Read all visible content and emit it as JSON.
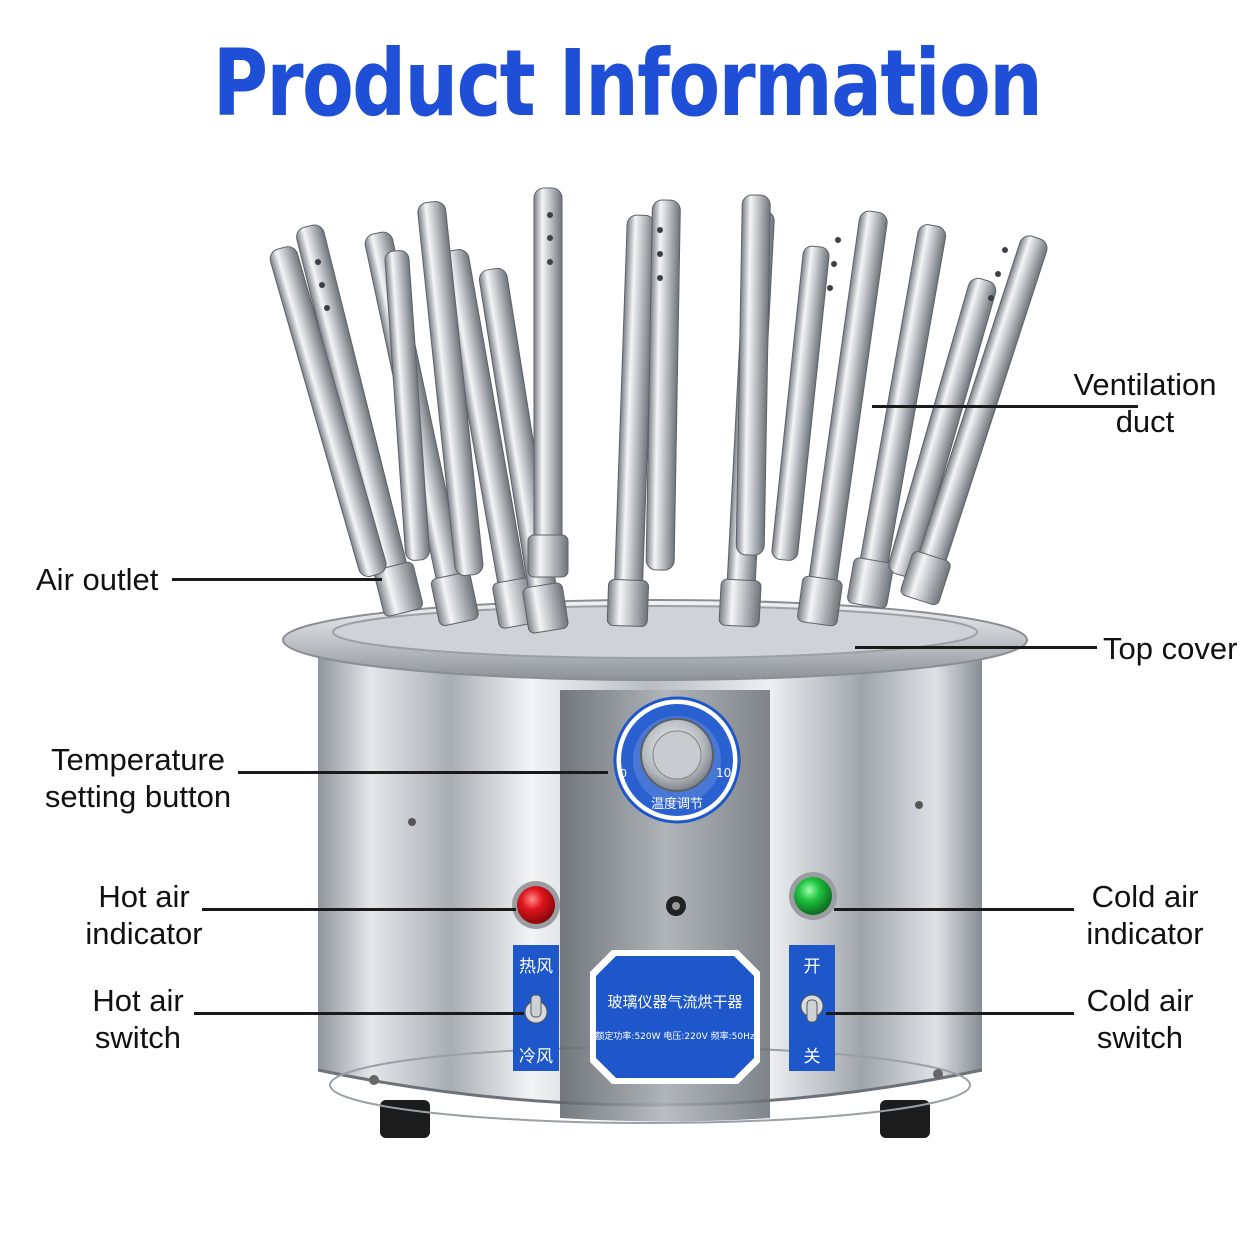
{
  "title": "Product Information",
  "colors": {
    "title": "#1f4fd6",
    "panel_blue": "#1e57c9",
    "steel": "#c4c8cc",
    "hot_lamp": "#d0141a",
    "cold_lamp": "#1bb33a"
  },
  "labels": {
    "ventilation_duct": [
      "Ventilation",
      "duct"
    ],
    "air_outlet": [
      "Air outlet"
    ],
    "top_cover": [
      "Top cover"
    ],
    "temperature_setting_button": [
      "Temperature",
      "setting button"
    ],
    "hot_air_indicator": [
      "Hot air",
      "indicator"
    ],
    "cold_air_indicator": [
      "Cold air",
      "indicator"
    ],
    "hot_air_switch": [
      "Hot air",
      "switch"
    ],
    "cold_air_switch": [
      "Cold air",
      "switch"
    ]
  },
  "panel": {
    "dial_label": "温度调节",
    "dial_zero": "0",
    "dial_max": "10",
    "hot_switch_top": "热风",
    "hot_switch_bottom": "冷风",
    "power_switch_top": "开",
    "power_switch_bottom": "关",
    "nameplate_title": "玻璃仪器气流烘干器",
    "nameplate_spec": "额定功率:520W  电压:220V  频率:50Hz"
  }
}
